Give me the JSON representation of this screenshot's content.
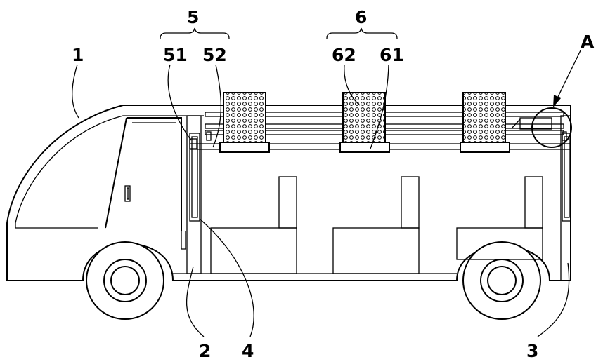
{
  "labels": {
    "vehicle_body": "1",
    "front_door": "2",
    "rear_door": "3",
    "part_4": "4",
    "group_5": "5",
    "part_51": "51",
    "part_52": "52",
    "group_6": "6",
    "part_62": "62",
    "part_61": "61",
    "detail_a": "A"
  },
  "colors": {
    "line": "#000000",
    "background": "#ffffff"
  }
}
